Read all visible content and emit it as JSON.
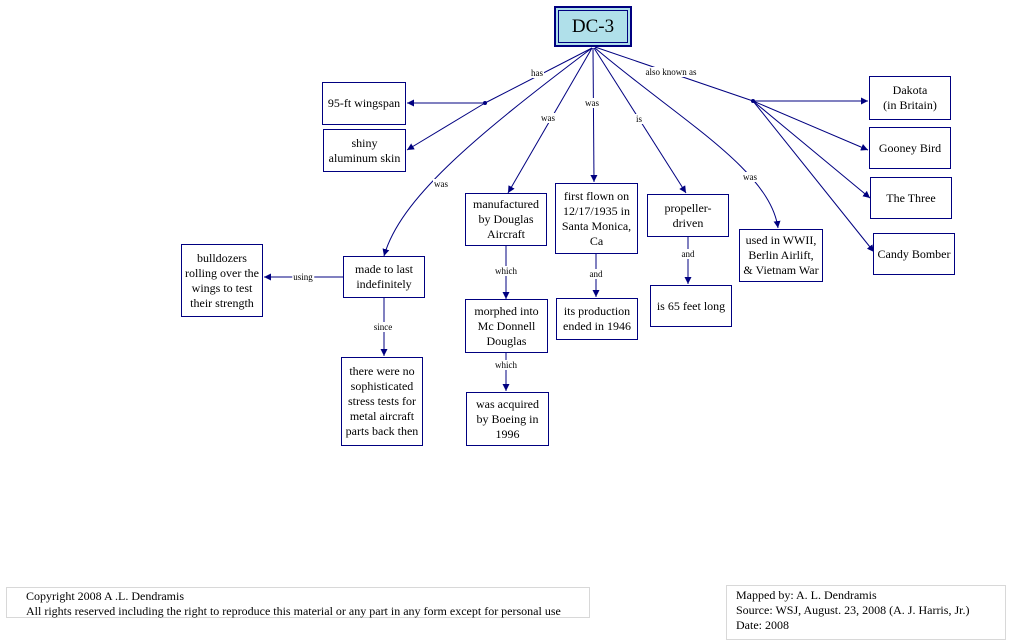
{
  "nodes": {
    "root": "DC-3",
    "wingspan": "95-ft wingspan",
    "skin": "shiny\naluminum skin",
    "bulldozers": "bulldozers\nrolling over the\nwings to test\ntheir strength",
    "made_to_last": "made to last\nindefinitely",
    "no_stress_tests": "there were no\nsophisticated\nstress tests for\nmetal aircraft\nparts back then",
    "manufactured": "manufactured\nby Douglas\nAircraft",
    "morphed": "morphed into\nMc Donnell\nDouglas",
    "acquired": "was acquired\nby Boeing in\n1996",
    "first_flown": "first flown on\n12/17/1935 in\nSanta Monica,\nCa",
    "production_ended": "its production\nended in 1946",
    "propeller": "propeller-\ndriven",
    "length": "is 65 feet long",
    "used_in": "used in WWII,\nBerlin Airlift,\n& Vietnam War",
    "dakota": "Dakota\n(in Britain)",
    "gooney": "Gooney Bird",
    "three": "The Three",
    "candy": "Candy Bomber"
  },
  "links": {
    "has": "has",
    "was_left": "was",
    "was_mfg": "was",
    "was_flown": "was",
    "is": "is",
    "was_used": "was",
    "aka": "also known as",
    "using": "using",
    "since": "since",
    "which_1": "which",
    "which_2": "which",
    "and_1": "and",
    "and_2": "and"
  },
  "footer": {
    "copyright": "Copyright 2008  A .L. Dendramis",
    "rights": "All rights reserved including the right to reproduce this material or any part in any form except for personal use",
    "mapped_by": "Mapped by:  A. L. Dendramis",
    "source": "Source: WSJ, August. 23, 2008 (A. J. Harris, Jr.)",
    "date": "Date: 2008"
  },
  "colors": {
    "line": "#000080",
    "root_fill": "#b0e0ea"
  }
}
